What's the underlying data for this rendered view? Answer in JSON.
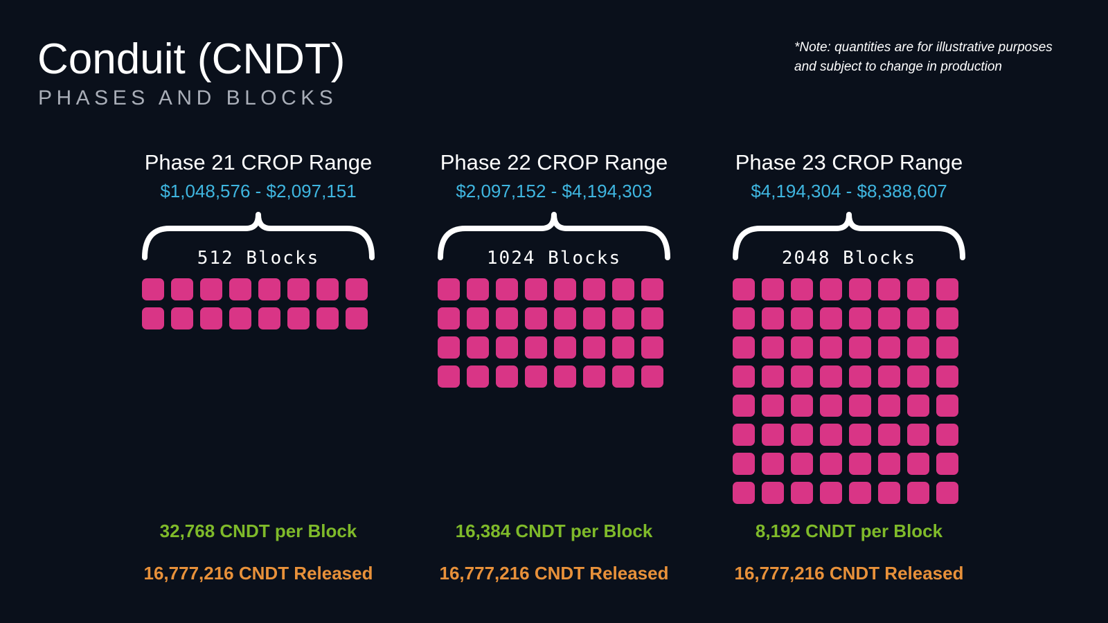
{
  "header": {
    "title": "Conduit (CNDT)",
    "subtitle": "PHASES AND BLOCKS",
    "note_line1": "*Note:  quantities are for illustrative purposes",
    "note_line2": "and subject to change in production"
  },
  "colors": {
    "background": "#0a101b",
    "block": "#d93586",
    "range": "#3fb6e0",
    "per_block": "#7fba2a",
    "released": "#e8913a"
  },
  "phases": [
    {
      "title": "Phase 21 CROP Range",
      "range": "$1,048,576 - $2,097,151",
      "blocks_label": "512 Blocks",
      "block_rows": 2,
      "per_block": "32,768 CNDT per Block",
      "released": "16,777,216 CNDT Released"
    },
    {
      "title": "Phase 22 CROP Range",
      "range": "$2,097,152 - $4,194,303",
      "blocks_label": "1024 Blocks",
      "block_rows": 4,
      "per_block": "16,384 CNDT per Block",
      "released": "16,777,216 CNDT Released"
    },
    {
      "title": "Phase 23 CROP Range",
      "range": "$4,194,304 - $8,388,607",
      "blocks_label": "2048 Blocks",
      "block_rows": 8,
      "per_block": "8,192 CNDT per Block",
      "released": "16,777,216 CNDT Released"
    }
  ]
}
